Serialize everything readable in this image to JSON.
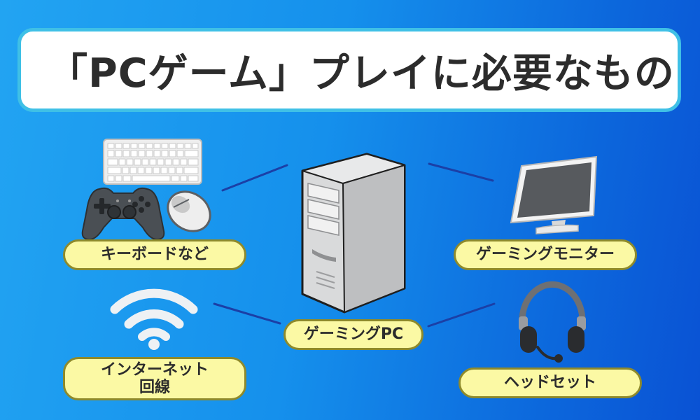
{
  "title": "「PCゲーム」プレイに必要なもの",
  "items": {
    "keyboard": "キーボードなど",
    "monitor": "ゲーミングモニター",
    "pc": "ゲーミングPC",
    "internet": "インターネット\n回線",
    "headset": "ヘッドセット"
  },
  "colors": {
    "background_light": "#22a4f2",
    "background_dark": "#0a52d4",
    "title_border": "#3fc0e6",
    "label_fill": "#fbf9a4",
    "label_border": "#8e8a2c",
    "connector": "#1b3fa6"
  },
  "icons": [
    "keyboard-icon",
    "gamepad-icon",
    "mouse-icon",
    "pc-tower-icon",
    "monitor-icon",
    "wifi-icon",
    "headset-icon"
  ]
}
